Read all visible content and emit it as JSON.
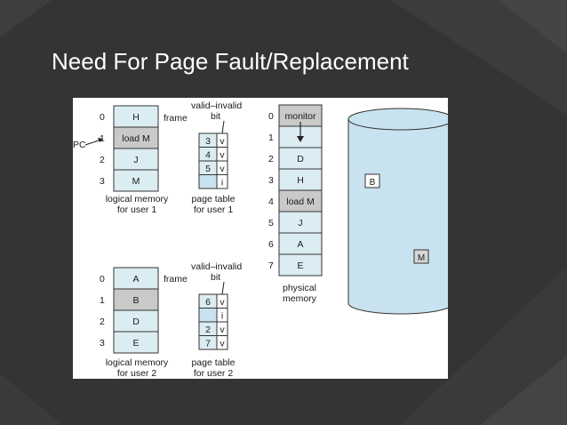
{
  "slide": {
    "title": "Need For Page Fault/Replacement"
  },
  "diagram": {
    "labels": {
      "frame": "frame",
      "valid_invalid": "valid–invalid",
      "bit": "bit",
      "pc": "PC"
    },
    "user1": {
      "logical_memory": [
        {
          "index": "0",
          "content": "H",
          "shaded": false
        },
        {
          "index": "1",
          "content": "load M",
          "shaded": true
        },
        {
          "index": "2",
          "content": "J",
          "shaded": false
        },
        {
          "index": "3",
          "content": "M",
          "shaded": false
        }
      ],
      "logical_caption": [
        "logical memory",
        "for user 1"
      ],
      "page_table": [
        {
          "frame": "3",
          "bit": "v"
        },
        {
          "frame": "4",
          "bit": "v"
        },
        {
          "frame": "5",
          "bit": "v"
        },
        {
          "frame": "",
          "bit": "i"
        }
      ],
      "page_table_caption": [
        "page table",
        "for user 1"
      ]
    },
    "user2": {
      "logical_memory": [
        {
          "index": "0",
          "content": "A",
          "shaded": false
        },
        {
          "index": "1",
          "content": "B",
          "shaded": true
        },
        {
          "index": "2",
          "content": "D",
          "shaded": false
        },
        {
          "index": "3",
          "content": "E",
          "shaded": false
        }
      ],
      "logical_caption": [
        "logical memory",
        "for user 2"
      ],
      "page_table": [
        {
          "frame": "6",
          "bit": "v"
        },
        {
          "frame": "",
          "bit": "i"
        },
        {
          "frame": "2",
          "bit": "v"
        },
        {
          "frame": "7",
          "bit": "v"
        }
      ],
      "page_table_caption": [
        "page table",
        "for user 2"
      ]
    },
    "physical_memory": {
      "frames": [
        {
          "index": "0",
          "content": "monitor",
          "shaded": true
        },
        {
          "index": "1",
          "content": "",
          "shaded": false
        },
        {
          "index": "2",
          "content": "D",
          "shaded": false
        },
        {
          "index": "3",
          "content": "H",
          "shaded": false
        },
        {
          "index": "4",
          "content": "load M",
          "shaded": true
        },
        {
          "index": "5",
          "content": "J",
          "shaded": false
        },
        {
          "index": "6",
          "content": "A",
          "shaded": false
        },
        {
          "index": "7",
          "content": "E",
          "shaded": false
        }
      ],
      "caption": [
        "physical",
        "memory"
      ]
    },
    "disk": {
      "pages": [
        "B",
        "M"
      ]
    },
    "colors": {
      "cell_fill": "#dcecf3",
      "cell_shaded": "#c9c9c9",
      "disk_fill": "#c8e3ef",
      "border": "#333333"
    }
  }
}
